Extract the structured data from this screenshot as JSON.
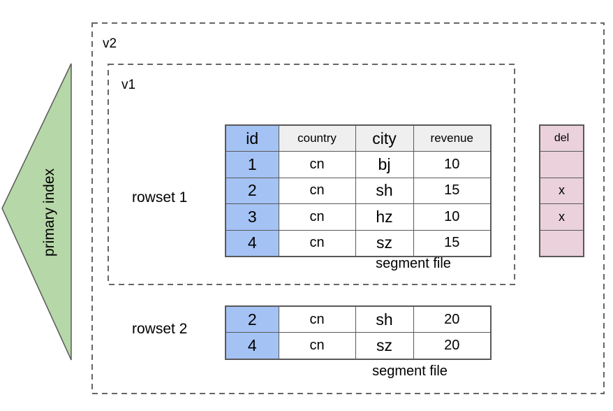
{
  "diagram": {
    "primary_index": {
      "label": "primary index"
    },
    "versions": {
      "outer_label": "v2",
      "inner_label": "v1"
    },
    "columns": {
      "id": "id",
      "country": "country",
      "city": "city",
      "revenue": "revenue"
    },
    "rowset1": {
      "label": "rowset 1",
      "caption": "segment file",
      "rows": [
        [
          "1",
          "cn",
          "bj",
          "10"
        ],
        [
          "2",
          "cn",
          "sh",
          "15"
        ],
        [
          "3",
          "cn",
          "hz",
          "10"
        ],
        [
          "4",
          "cn",
          "sz",
          "15"
        ]
      ]
    },
    "del_column": {
      "header": "del",
      "cells": [
        "",
        "x",
        "x",
        ""
      ]
    },
    "rowset2": {
      "label": "rowset 2",
      "caption": "segment file",
      "rows": [
        [
          "2",
          "cn",
          "sh",
          "20"
        ],
        [
          "4",
          "cn",
          "sz",
          "20"
        ]
      ]
    },
    "colors": {
      "table_border": "#595959",
      "dashed_border": "#666666",
      "id_column_fill": "#a4c2f4",
      "header_fill": "#efefef",
      "del_column_fill": "#ead1dc",
      "triangle_fill": "#b6d7a8"
    }
  }
}
